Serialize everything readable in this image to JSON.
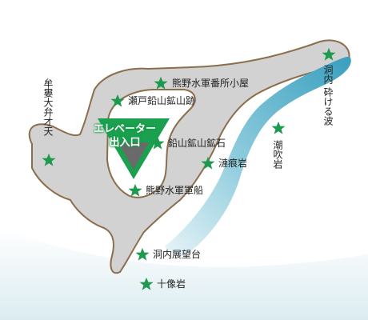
{
  "colors": {
    "star": "#1e9a4e",
    "land": "#d2d2d2",
    "land_outline": "#8c6e4c",
    "water": "#5bb3c8",
    "sea": "#e6f1f4",
    "elevator_triangle": "#1aa04f",
    "elevator_inner": "#6a6a6a"
  },
  "elevator": {
    "line1": "エレベーター",
    "line2": "出入口"
  },
  "places": {
    "kumano_barracks": "熊野水軍番所小屋",
    "setodo_mine": "瀬戸鉛山鉱山跡",
    "ore_stone": "鉛山鉱山鉱石",
    "sazanami_rock": "漣痕岩",
    "kumano_ship": "熊野水軍軍船",
    "observatory": "洞内展望台",
    "juzou_rock": "十像岩",
    "mukodai_benzaiten": "牟婁大弁才天",
    "shiofuki_rock": "潮吹岩",
    "breaking_waves": "洞内 砕ける波"
  },
  "icons": {
    "marker": "star-icon"
  }
}
